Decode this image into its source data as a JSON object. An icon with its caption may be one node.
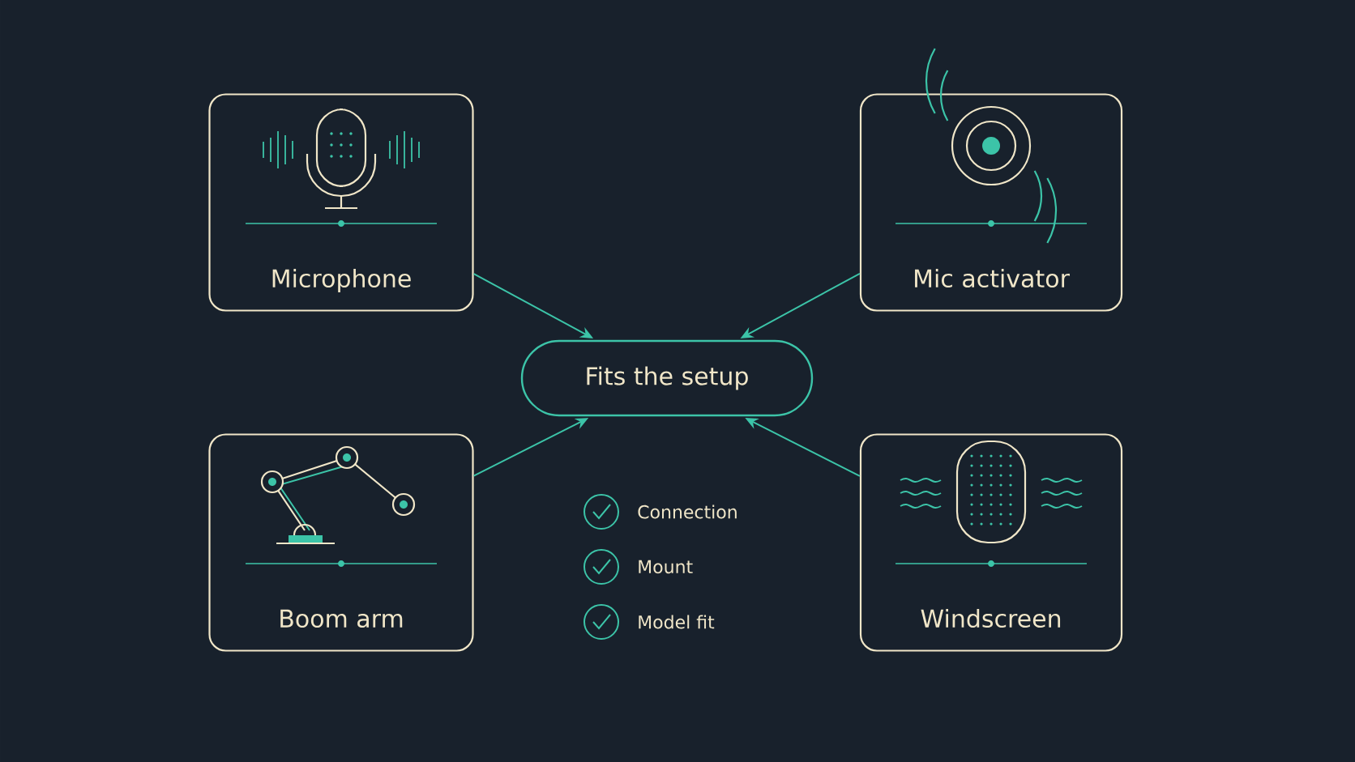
{
  "diagram": {
    "nodes": [
      {
        "text": [
          "Microphone"
        ]
      },
      {
        "text": [
          "Mic activator"
        ]
      },
      {
        "text": [
          "Fits the setup"
        ]
      },
      {
        "text": [
          "Boom arm"
        ]
      },
      {
        "text": [
          "Windscreen"
        ]
      }
    ],
    "edges": [
      {
        "from": 0,
        "to": 2,
        "arrow": "to"
      },
      {
        "from": 1,
        "to": 2,
        "arrow": "to"
      },
      {
        "from": 3,
        "to": 2,
        "arrow": "to"
      },
      {
        "from": 4,
        "to": 2,
        "arrow": "to"
      }
    ],
    "labels": [
      "Connection",
      "Mount",
      "Model fit"
    ]
  }
}
